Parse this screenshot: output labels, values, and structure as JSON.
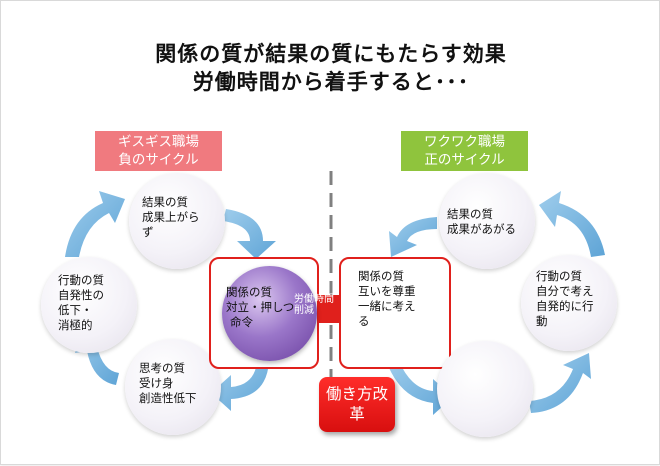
{
  "title": {
    "line1": "関係の質が結果の質にもたらす効果",
    "line2": "労働時間から着手すると･･･"
  },
  "negative_cycle": {
    "label": [
      "ギスギス職場",
      "負のサイクル"
    ],
    "color": "#f07a7f",
    "nodes": {
      "result": [
        "結果の質",
        "成果上がら",
        "ず"
      ],
      "action": [
        "行動の質",
        "自発性の",
        "低下・",
        "消極的"
      ],
      "thinking": [
        "思考の質",
        "受け身",
        "創造性低下"
      ],
      "relationship": [
        "関係の質",
        "対立・押しつ",
        "命令"
      ]
    }
  },
  "positive_cycle": {
    "label": [
      "ワクワク職場",
      "正のサイクル"
    ],
    "color": "#8fc43d",
    "nodes": {
      "result": [
        "結果の質",
        "成果があがる"
      ],
      "action": [
        "行動の質",
        "自分で考え",
        "自発的に行",
        "動"
      ],
      "thinking": [],
      "relationship": [
        "関係の質",
        "互いを尊重",
        "一緒に考え",
        "る"
      ]
    }
  },
  "transition_arrow": [
    "労働時間",
    "削減"
  ],
  "reform_badge": [
    "働き方改",
    "革"
  ],
  "colors": {
    "cycle_arrow": "#7ab6e0",
    "red_accent": "#e0201c",
    "purple_ball": "#8a63bd",
    "starburst": "#8e6cc8",
    "divider": "#808080"
  }
}
